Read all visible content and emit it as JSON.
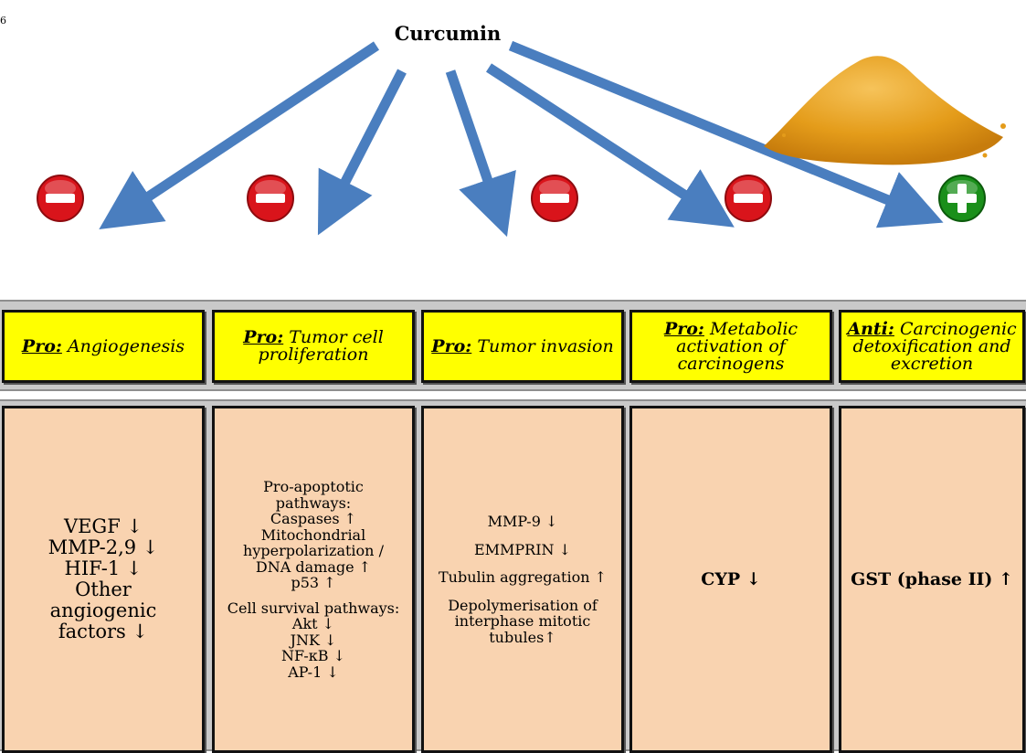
{
  "page_number": "6",
  "title": "Curcumin",
  "colors": {
    "arrow": "#4a7ebf",
    "inhibit_sign": "#d9141b",
    "promote_sign": "#1a8f1a",
    "header_fill": "#ffff00",
    "cell_fill": "#f9d3b0",
    "powder": "#e8a21c"
  },
  "effects": [
    {
      "sign": "inhibit",
      "icon": "minus-sign-icon"
    },
    {
      "sign": "inhibit",
      "icon": "minus-sign-icon"
    },
    {
      "sign": "inhibit",
      "icon": "minus-sign-icon"
    },
    {
      "sign": "inhibit",
      "icon": "minus-sign-icon"
    },
    {
      "sign": "promote",
      "icon": "plus-sign-icon"
    }
  ],
  "columns": [
    {
      "prefix": "Pro:",
      "heading": "Angiogenesis",
      "lines": [
        "VEGF ↓",
        "MMP-2,9 ↓",
        "HIF-1 ↓",
        "Other",
        "angiogenic",
        "factors ↓"
      ]
    },
    {
      "prefix": "Pro:",
      "heading": "Tumor cell proliferation",
      "lines_a": [
        "Pro-apoptotic",
        "pathways:",
        "Caspases ↑",
        "Mitochondrial",
        "hyperpolarization /",
        "DNA damage ↑",
        "p53 ↑"
      ],
      "lines_b": [
        "Cell survival pathways:",
        "Akt ↓",
        "JNK ↓",
        "NF-κB ↓",
        "AP-1 ↓"
      ]
    },
    {
      "prefix": "Pro:",
      "heading": "Tumor invasion",
      "items": [
        "MMP-9 ↓",
        "EMMPRIN ↓",
        "Tubulin aggregation ↑"
      ],
      "multi": [
        "Depolymerisation of",
        "interphase mitotic",
        "tubules↑"
      ]
    },
    {
      "prefix": "Pro:",
      "heading": "Metabolic activation of carcinogens",
      "value": "CYP ↓"
    },
    {
      "prefix": "Anti:",
      "heading": "Carcinogenic detoxification and excretion",
      "value": "GST (phase II) ↑"
    }
  ]
}
